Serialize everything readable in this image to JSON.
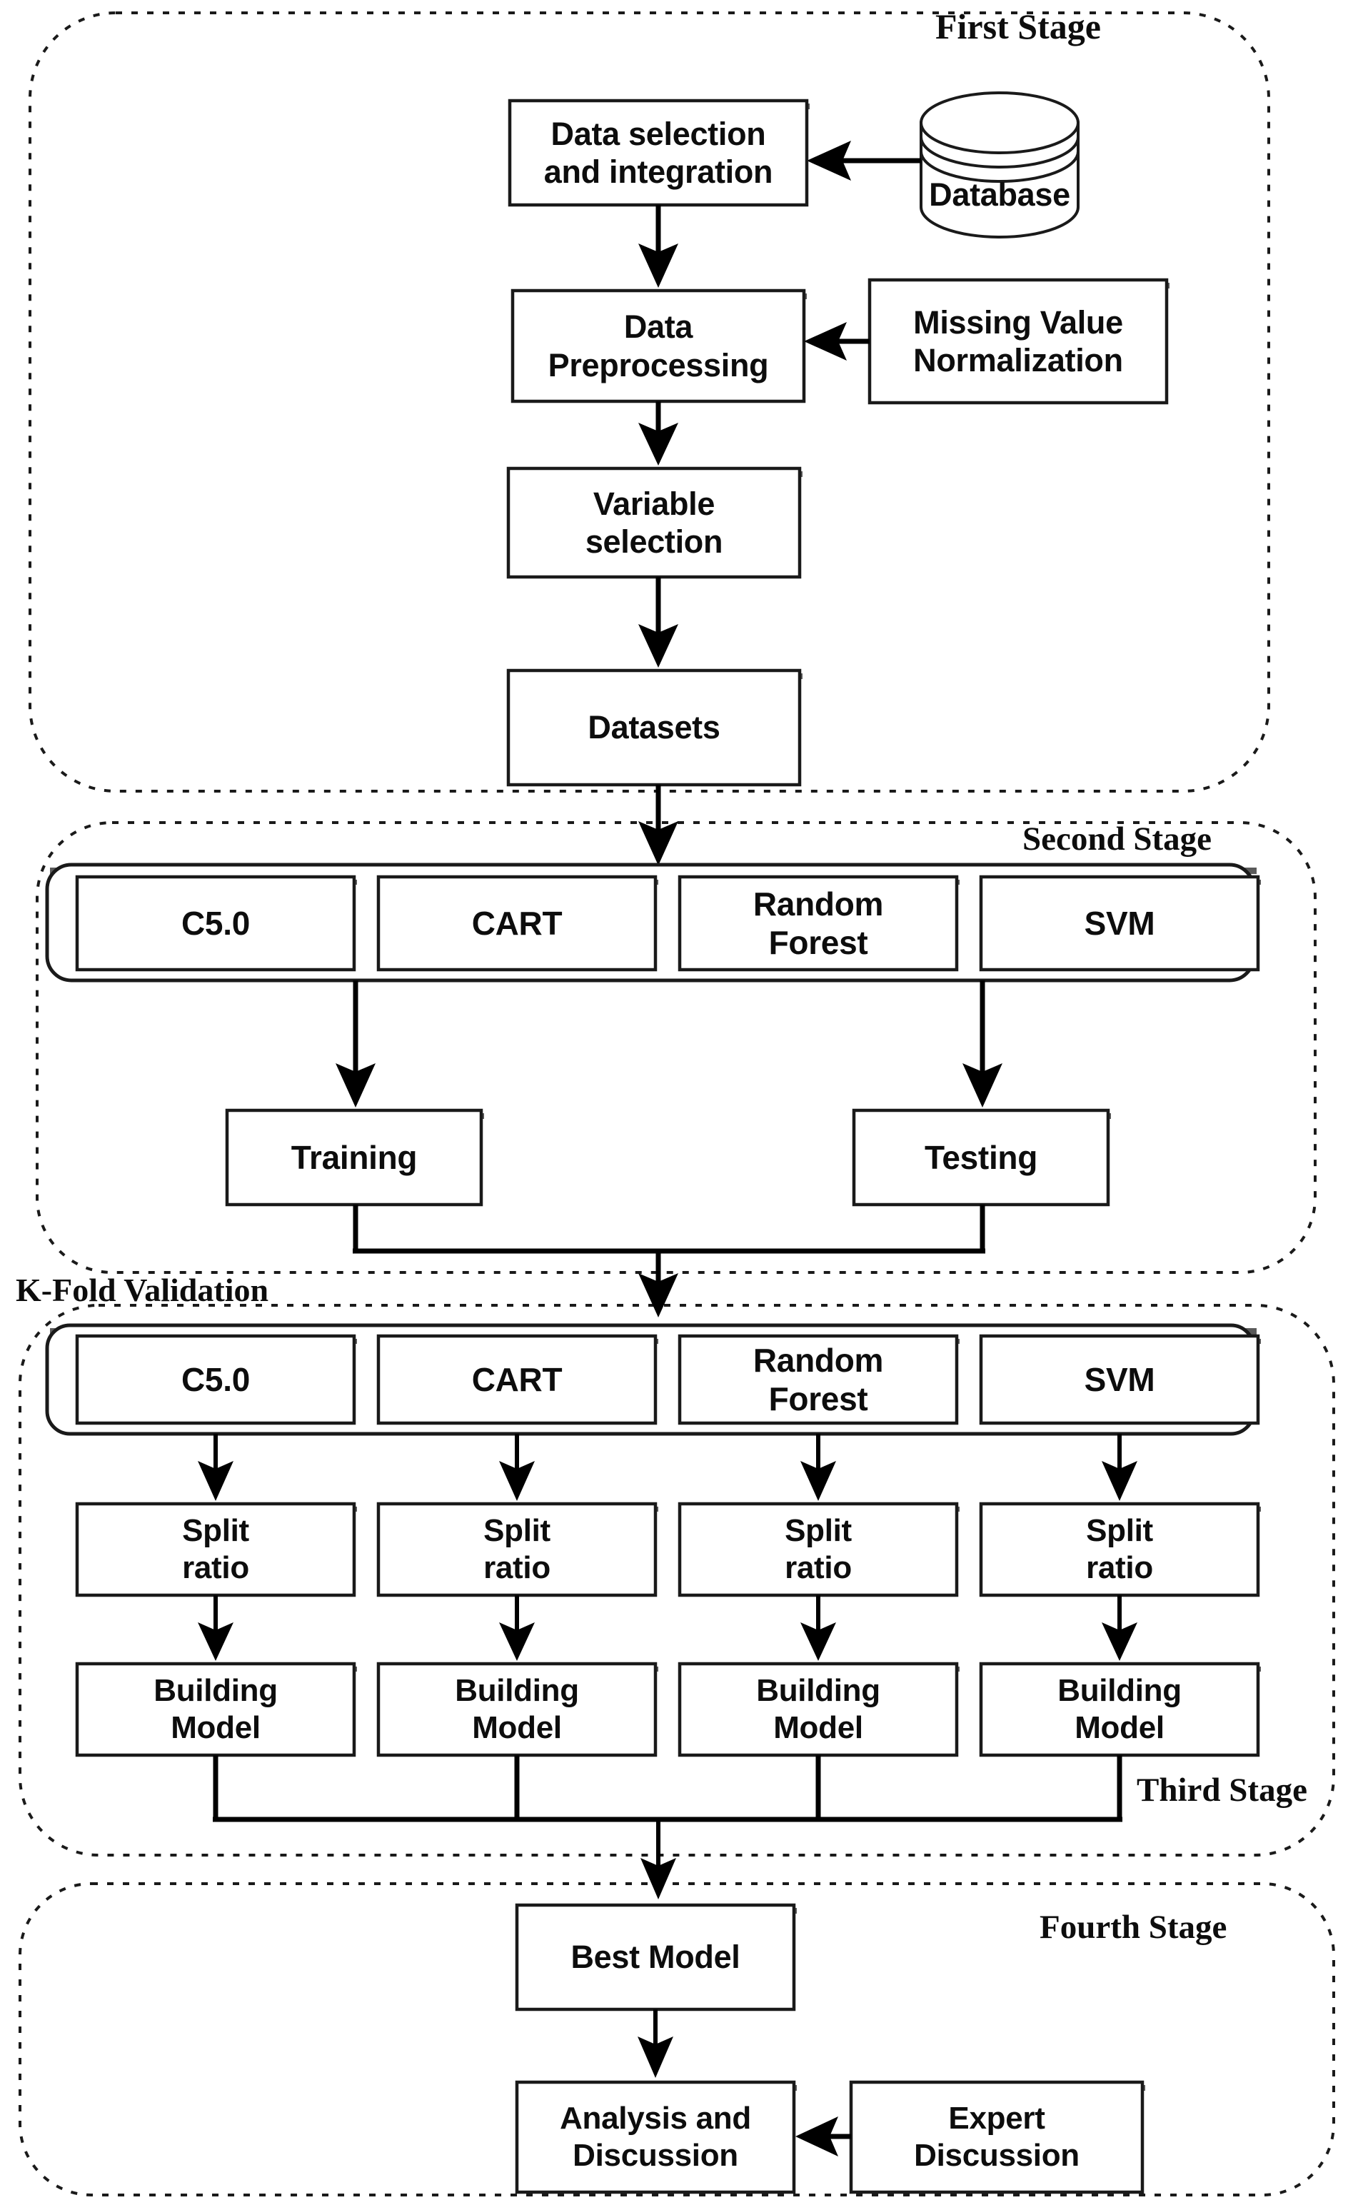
{
  "diagram": {
    "title": "Four-stage data mining modelling framework flowchart",
    "stages": [
      {
        "id": "first",
        "label": "First Stage"
      },
      {
        "id": "second",
        "label": "Second Stage"
      },
      {
        "id": "third",
        "label": "Third Stage"
      },
      {
        "id": "fourth",
        "label": "Fourth Stage"
      }
    ],
    "extra_labels": [
      {
        "id": "kfold",
        "label": "K-Fold Validation"
      }
    ],
    "nodes": {
      "data_selection": "Data selection\nand integration",
      "database": "Database",
      "data_preprocessing": "Data\nPreprocessing",
      "missing_value": "Missing Value\nNormalization",
      "variable_selection": "Variable\nselection",
      "datasets": "Datasets",
      "training": "Training",
      "testing": "Testing",
      "best_model": "Best Model",
      "analysis_discussion": "Analysis and\nDiscussion",
      "expert_discussion": "Expert\nDiscussion"
    },
    "algorithms_stage2": [
      {
        "id": "c50",
        "label": "C5.0"
      },
      {
        "id": "cart",
        "label": "CART"
      },
      {
        "id": "rf",
        "label": "Random\nForest"
      },
      {
        "id": "svm",
        "label": "SVM"
      }
    ],
    "algorithms_stage3": [
      {
        "id": "c50",
        "label": "C5.0"
      },
      {
        "id": "cart",
        "label": "CART"
      },
      {
        "id": "rf",
        "label": "Random\nForest"
      },
      {
        "id": "svm",
        "label": "SVM"
      }
    ],
    "split_ratio_row": [
      {
        "id": "split-1",
        "label": "Split\nratio"
      },
      {
        "id": "split-2",
        "label": "Split\nratio"
      },
      {
        "id": "split-3",
        "label": "Split\nratio"
      },
      {
        "id": "split-4",
        "label": "Split\nratio"
      }
    ],
    "building_model_row": [
      {
        "id": "build-1",
        "label": "Building\nModel"
      },
      {
        "id": "build-2",
        "label": "Building\nModel"
      },
      {
        "id": "build-3",
        "label": "Building\nModel"
      },
      {
        "id": "build-4",
        "label": "Building\nModel"
      }
    ],
    "colors": {
      "background": "#ffffff",
      "stroke": "#1a1a1a",
      "text": "#0d0d0d",
      "connector": "#000000"
    }
  }
}
